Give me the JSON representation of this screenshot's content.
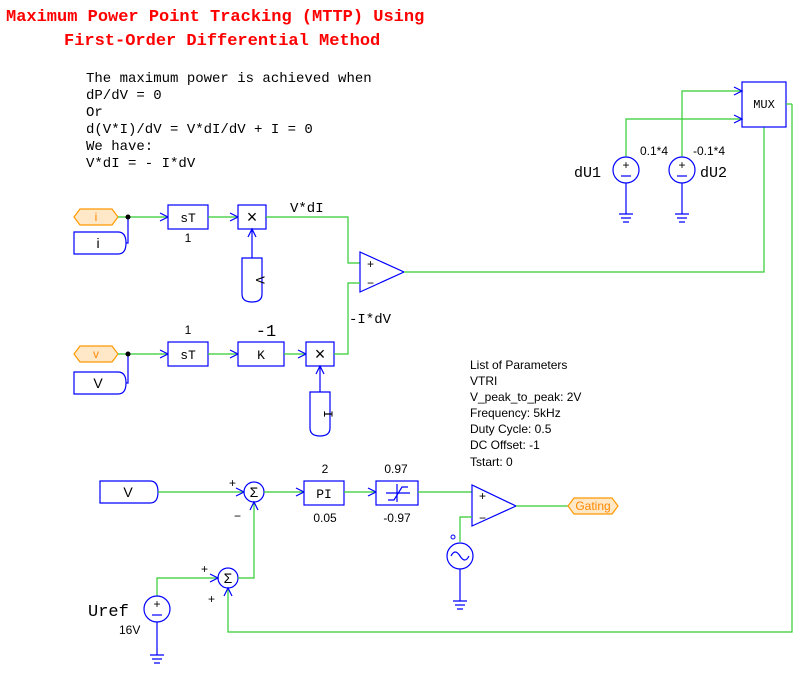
{
  "title": {
    "line1": "Maximum Power Point Tracking (MTTP) Using",
    "line2": "First-Order Differential Method"
  },
  "description": [
    "The maximum power is achieved when",
    "dP/dV = 0",
    "Or",
    "d(V*I)/dV = V*dI/dV + I = 0",
    "We have:",
    "V*dI = - I*dV"
  ],
  "blocks": {
    "st_top": "sT",
    "st_top_param": "1",
    "st_mid": "sT",
    "st_mid_param": "1",
    "gain": "K",
    "gain_param": "-1",
    "pi": "PI",
    "pi_top_param": "2",
    "pi_bottom_param": "0.05",
    "limiter_top": "0.97",
    "limiter_bottom": "-0.97",
    "mux": "MUX"
  },
  "signals": {
    "vdi": "V*dI",
    "idv": "-I*dV"
  },
  "ports": {
    "i_in": "i",
    "i_label": "i",
    "v_label_vertical": "V",
    "v_in": "v",
    "v_label": "V",
    "i_label_vertical": "I",
    "v_pi": "V",
    "gating": "Gating"
  },
  "sources": {
    "du1": "dU1",
    "du1_value": "0.1*4",
    "du2": "dU2",
    "du2_value": "-0.1*4",
    "uref": "Uref",
    "uref_value": "16V"
  },
  "params": {
    "heading": "List of Parameters",
    "lines": [
      "VTRI",
      "V_peak_to_peak: 2V",
      "Frequency: 5kHz",
      "Duty Cycle: 0.5",
      "DC Offset: -1",
      "Tstart: 0"
    ]
  },
  "signs": {
    "plus": "+",
    "minus": "−",
    "sigma": "Σ",
    "times": "×"
  },
  "colors": {
    "wire": "#33cc33",
    "block": "#0000ff",
    "title": "#ff0000",
    "port": "#ff9900"
  }
}
